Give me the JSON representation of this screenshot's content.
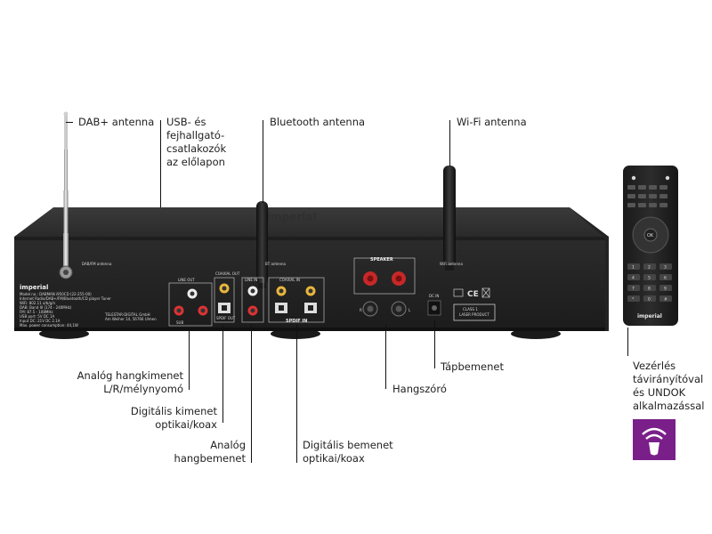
{
  "labels": {
    "dab_antenna": "DAB+ antenna",
    "usb_headphone": "USB- és\nfejhallgató-\ncsatlakozók\naz előlapon",
    "bluetooth_antenna": "Bluetooth antenna",
    "wifi_antenna": "Wi-Fi antenna",
    "analog_out": "Analóg hangkimenet\nL/R/mélynyomó",
    "digital_out": "Digitális kimenet\noptikai/koax",
    "analog_in": "Analóg\nhangbemenet",
    "digital_in": "Digitális bemenet\noptikai/koax",
    "speaker": "Hangszóró",
    "power_in": "Tápbemenet",
    "remote_control": "Vezérlés\ntávirányítóval\nés UNDOK\nalkalmazással"
  },
  "device_panel": {
    "brand": "imperial",
    "dab_fm_antenna": "DAB/FM antenna",
    "wifi_antenna": "WiFi antenna",
    "bt_antenna": "BT antenna",
    "line_out": "LINE OUT",
    "coaxial_out": "COAXIAL OUT",
    "line_in": "LINE IN",
    "coaxial_in": "COAXIAL IN",
    "spdif_out": "SPDIF OUT",
    "spdif_in": "SPDIF IN",
    "sub": "SUB",
    "speaker": "SPEAKER",
    "dc_in": "DC IN",
    "left": "L",
    "right": "R",
    "class1": "CLASS 1\nLASER PRODUCT",
    "spec_lines": [
      "Model no.: DABMAN i950CD (22-255-00)",
      "Internet Radio/DAB+/FM/Bluetooth/CD player Tuner",
      "WiFi: 802.11 a/b/g/n",
      "DAB: Band III (174 - 240MHz)",
      "FM: 87.5 - 108MHz",
      "USB port: 5V DC 1A",
      "Input DC: 21V DC 2.1A",
      "Max. power consumption: 44,1W"
    ],
    "telestar_lines": [
      "TELESTAR-DIGITAL GmbH",
      "Am Weiher 14, 56766 Ulmen"
    ]
  },
  "remote": {
    "brand": "imperial",
    "ok": "OK",
    "keys": [
      "1",
      "2",
      "3",
      "4",
      "5",
      "6",
      "7",
      "8",
      "9",
      "*",
      "0",
      "#"
    ]
  },
  "app_icon": {
    "color": "#7a1f8a",
    "name": "undok-app-icon"
  }
}
